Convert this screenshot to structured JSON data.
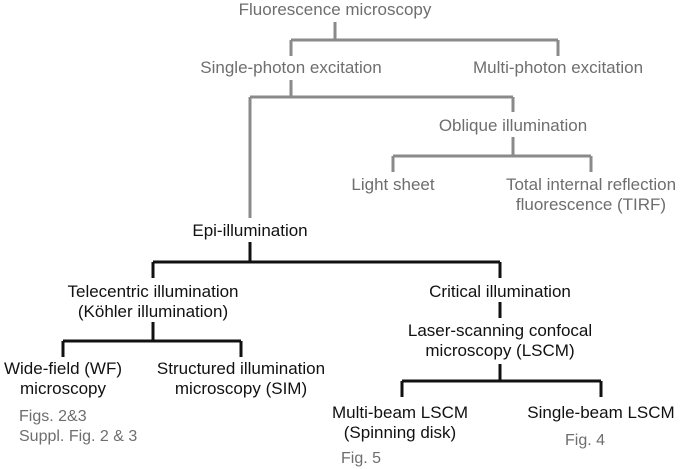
{
  "nodes": {
    "fluorescence_microscopy": "Fluorescence microscopy",
    "single_photon": "Single-photon excitation",
    "multi_photon": "Multi-photon excitation",
    "oblique": "Oblique illumination",
    "light_sheet": "Light sheet",
    "tirf_line1": "Total internal reflection",
    "tirf_line2": "fluorescence (TIRF)",
    "epi": "Epi-illumination",
    "telecentric_line1": "Telecentric illumination",
    "telecentric_line2": "(Köhler illumination)",
    "critical": "Critical illumination",
    "lscm_line1": "Laser-scanning confocal",
    "lscm_line2": "microscopy (LSCM)",
    "widefield_line1": "Wide-field (WF)",
    "widefield_line2": "microscopy",
    "sim_line1": "Structured illumination",
    "sim_line2": "microscopy (SIM)",
    "multibeam_line1": "Multi-beam LSCM",
    "multibeam_line2": "(Spinning disk)",
    "singlebeam": "Single-beam LSCM"
  },
  "references": {
    "widefield_figs": "Figs. 2&3",
    "widefield_suppl": "Suppl. Fig. 2 & 3",
    "multibeam_fig": "Fig. 5",
    "singlebeam_fig": "Fig. 4"
  },
  "colors": {
    "grey_branch": "#8a8a8a",
    "black_branch": "#111111",
    "grey_text": "#6e6e6e",
    "black_text": "#111111"
  }
}
